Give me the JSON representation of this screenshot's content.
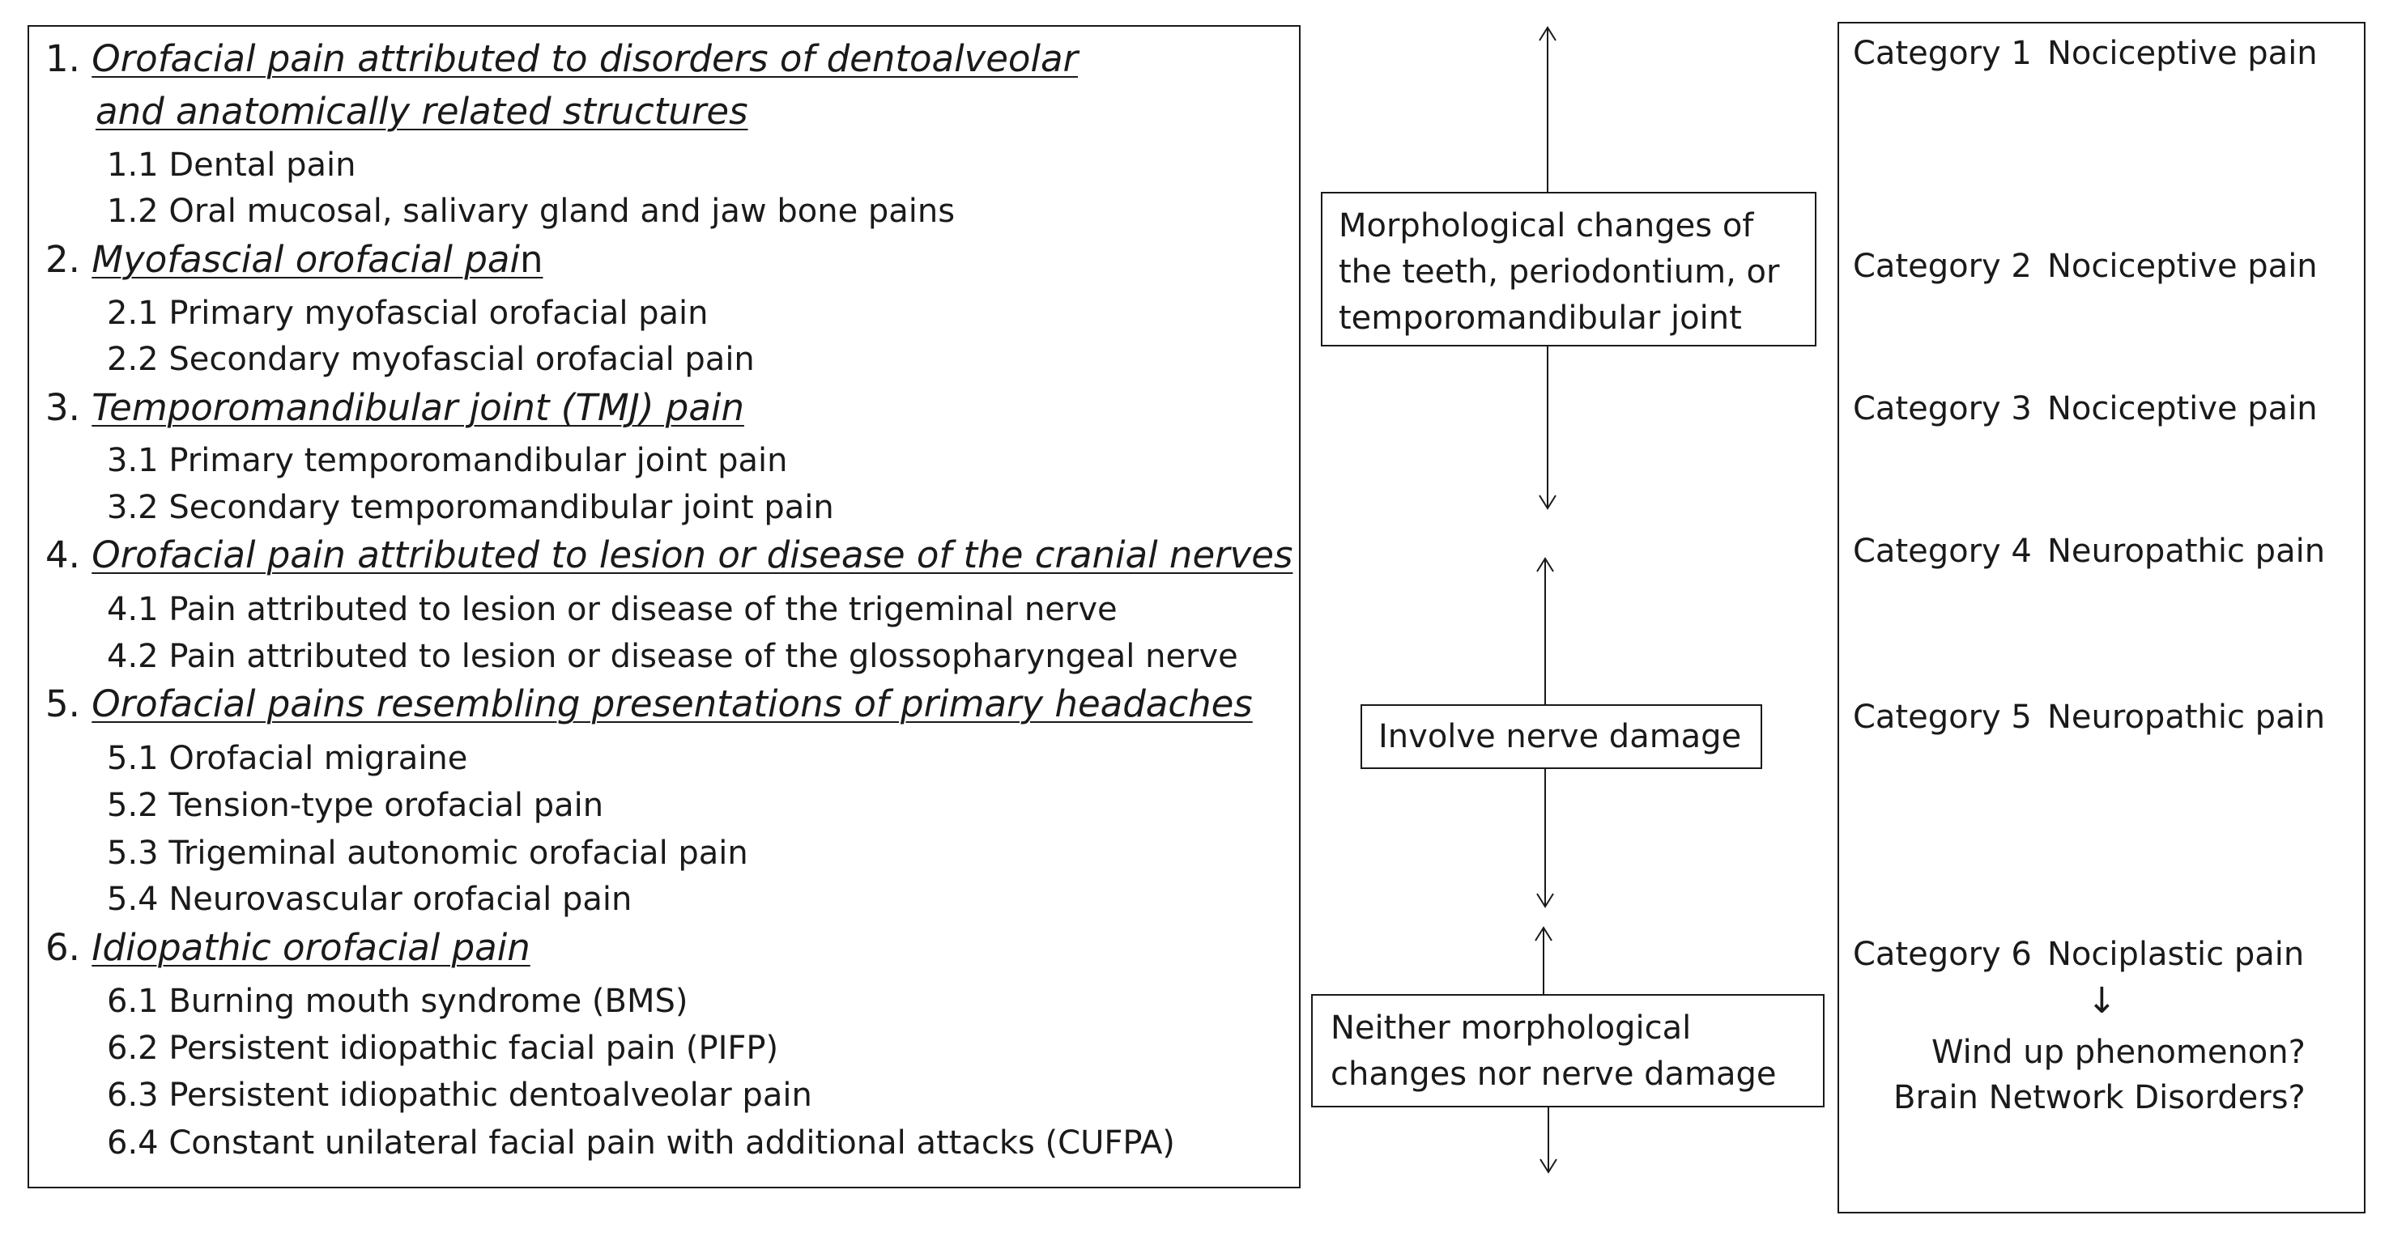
{
  "classification": {
    "groups": [
      {
        "num": "1.",
        "title_line1": "Orofacial pain attributed to disorders of dentoalveolar",
        "title_line2": "and anatomically related structures",
        "items": [
          "1.1 Dental pain",
          "1.2 Oral mucosal, salivary gland and jaw bone pains"
        ]
      },
      {
        "num": "2.",
        "title": "Myofascial orofacial pai",
        "title_tail": "n",
        "items": [
          "2.1 Primary myofascial orofacial pain",
          "2.2 Secondary myofascial orofacial pain"
        ]
      },
      {
        "num": "3.",
        "title": "Temporomandibular joint (TMJ) pain",
        "items": [
          "3.1 Primary temporomandibular joint pain",
          "3.2 Secondary temporomandibular joint pain"
        ]
      },
      {
        "num": "4.",
        "title": "Orofacial pain attributed to lesion or disease of the cranial nerves",
        "items": [
          "4.1 Pain attributed to lesion or disease of the trigeminal nerve",
          "4.2 Pain attributed to lesion or disease of the glossopharyngeal nerve"
        ]
      },
      {
        "num": "5.",
        "title": "Orofacial pains resembling presentations of primary headaches",
        "items": [
          "5.1 Orofacial migraine",
          "5.2 Tension-type orofacial pain",
          "5.3 Trigeminal autonomic orofacial pain",
          "5.4 Neurovascular orofacial pain"
        ]
      },
      {
        "num": "6.",
        "title": "Idiopathic orofacial pain",
        "items": [
          "6.1 Burning mouth syndrome (BMS)",
          "6.2 Persistent idiopathic facial pain (PIFP)",
          "6.3 Persistent idiopathic dentoalveolar pain",
          "6.4 Constant unilateral facial pain with additional attacks (CUFPA)"
        ]
      }
    ]
  },
  "mechanisms": {
    "morphological": "Morphological changes of the teeth, periodontium, or temporomandibular joint",
    "nerve_damage": "Involve nerve damage",
    "neither": "Neither morphological changes nor nerve damage"
  },
  "categories": {
    "items": [
      {
        "label": "Category 1",
        "type": "Nociceptive pain"
      },
      {
        "label": "Category 2",
        "type": "Nociceptive pain"
      },
      {
        "label": "Category 3",
        "type": "Nociceptive pain"
      },
      {
        "label": "Category 4",
        "type": "Neuropathic pain"
      },
      {
        "label": "Category 5",
        "type": "Neuropathic pain"
      },
      {
        "label": "Category 6",
        "type": "Nociplastic pain"
      }
    ],
    "down_arrow": "↓",
    "hypothesis_1": "Wind up phenomenon?",
    "hypothesis_2": "Brain Network Disorders?"
  }
}
